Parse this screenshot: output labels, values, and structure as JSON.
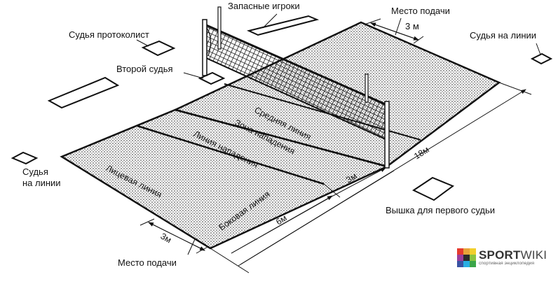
{
  "diagram": {
    "labels": {
      "scorekeeper": "Судья протоколист",
      "substitutes": "Запасные игроки",
      "serve_area_top": "Место подачи",
      "serve_width_top": "3 м",
      "line_judge_right": "Судья на линии",
      "second_referee": "Второй судья",
      "line_judge_left_line1": "Судья",
      "line_judge_left_line2": "на линии",
      "center_line": "Средняя линия",
      "attack_zone": "Зона нападения",
      "attack_line": "Линия нападения",
      "end_line": "Лицевая линия",
      "side_line": "Боковая линия",
      "dim_attack": "3м",
      "dim_back": "6м",
      "dim_length": "18м",
      "serve_width_bottom": "3м",
      "serve_area_bottom": "Место подачи",
      "first_referee_stand": "Вышка для первого судьи"
    }
  },
  "watermark": {
    "brand_bold": "SPORT",
    "brand_light": "WIKI",
    "tagline": "спортивная энциклопедия",
    "tile_colors": [
      "#e63a2e",
      "#e8a33a",
      "#f2cf2c",
      "#9b3e9c",
      "#2b2b2b",
      "#8cc43f",
      "#3a53a4",
      "#2aaee3",
      "#3aa549"
    ]
  },
  "colors": {
    "ink": "#111111",
    "court_fill": "#e9e9e9"
  }
}
